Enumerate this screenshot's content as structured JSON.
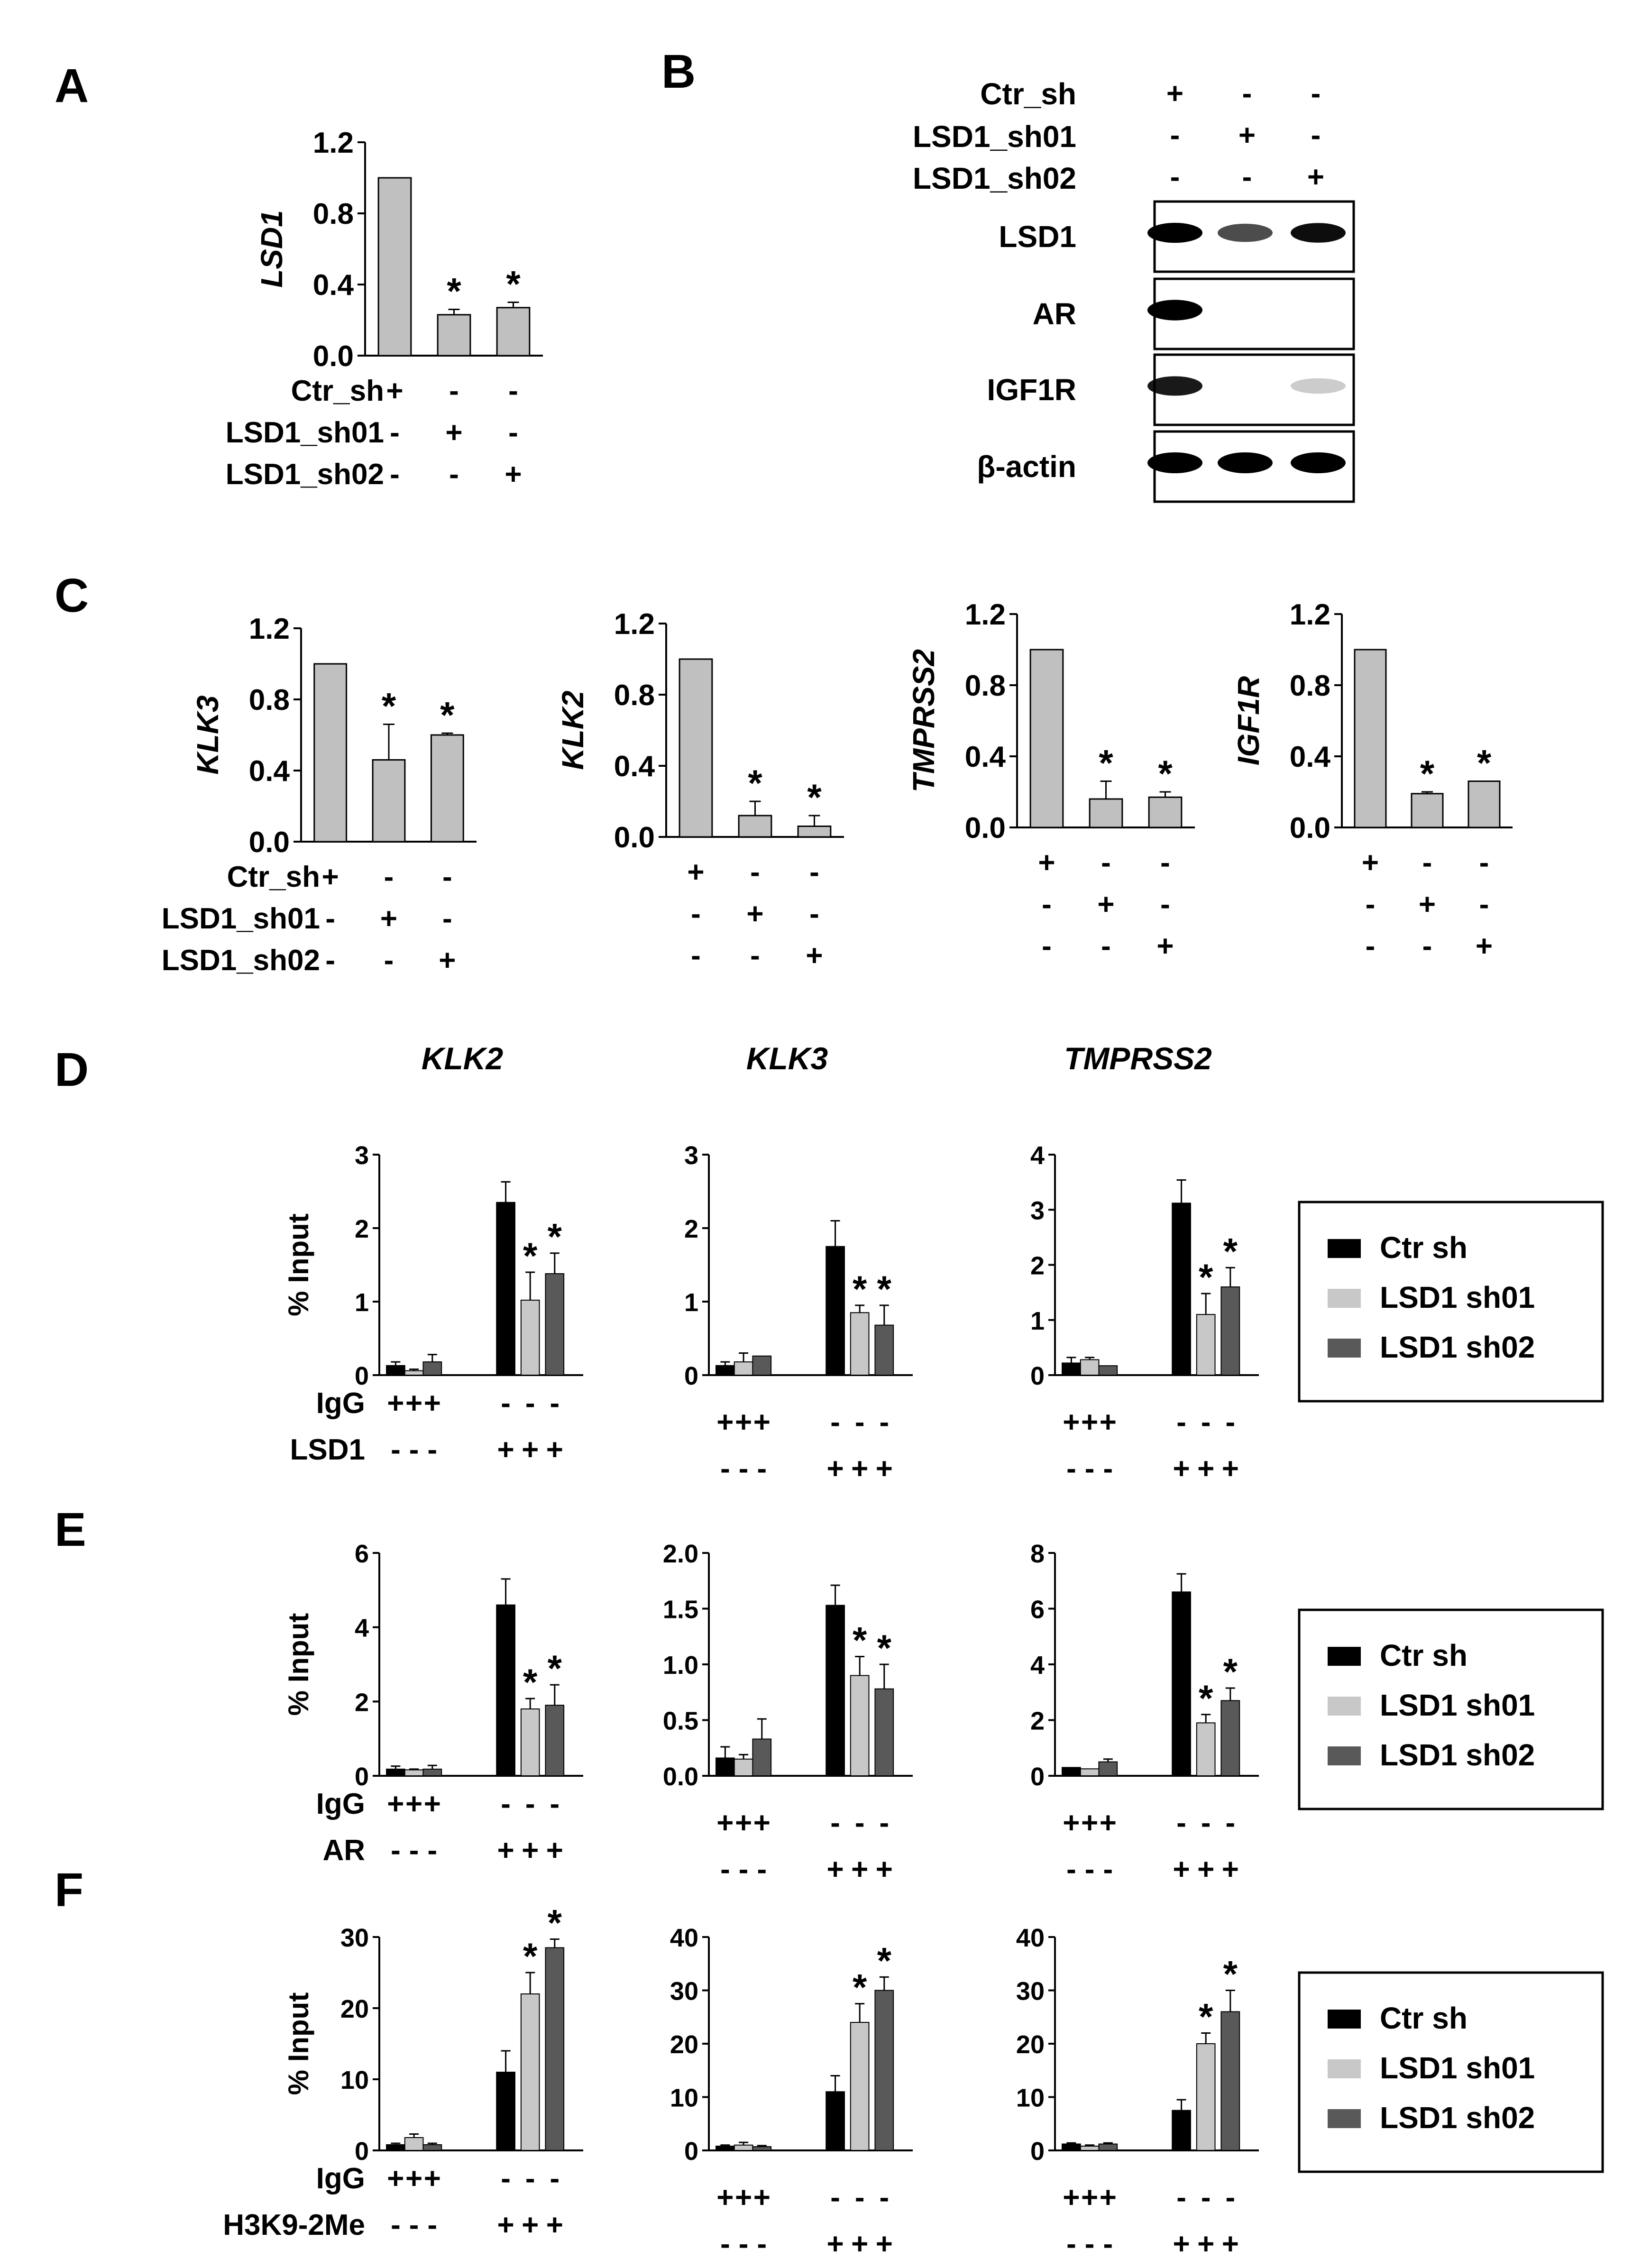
{
  "panels": {
    "A": "A",
    "B": "B",
    "C": "C",
    "D": "D",
    "E": "E",
    "F": "F"
  },
  "colors": {
    "grey_bar": "#c0c0c0",
    "ctr": "#000000",
    "sh01": "#c8c8c8",
    "sh02": "#595959"
  },
  "conditions3": [
    "Ctr_sh",
    "LSD1_sh01",
    "LSD1_sh02"
  ],
  "signs3": [
    [
      "+",
      "-",
      "-"
    ],
    [
      "-",
      "+",
      "-"
    ],
    [
      "-",
      "-",
      "+"
    ]
  ],
  "chip_signs": {
    "row1": [
      "+",
      "+",
      "+",
      "-",
      "-",
      "-"
    ],
    "row2": [
      "-",
      "-",
      "-",
      "+",
      "+",
      "+"
    ]
  },
  "blot": {
    "conditions": [
      "Ctr_sh",
      "LSD1_sh01",
      "LSD1_sh02"
    ],
    "signs": [
      [
        "+",
        "-",
        "-"
      ],
      [
        "-",
        "+",
        "-"
      ],
      [
        "-",
        "-",
        "+"
      ]
    ],
    "rows": [
      {
        "label": "LSD1",
        "bands": [
          0.85,
          0.55,
          0.8
        ]
      },
      {
        "label": "AR",
        "bands": [
          0.95,
          0,
          0
        ]
      },
      {
        "label": "IGF1R",
        "bands": [
          0.75,
          0,
          0.05
        ]
      },
      {
        "label": "β-actin",
        "bands": [
          1,
          1,
          1
        ]
      }
    ]
  },
  "legend": {
    "items": [
      "Ctr sh",
      "LSD1 sh01",
      "LSD1 sh02"
    ]
  },
  "gene_titles": [
    "KLK2",
    "KLK3",
    "TMPRSS2"
  ],
  "chip_ylabel": "% Input",
  "chip_row_labels": {
    "D": "LSD1",
    "E": "AR",
    "F": "H3K9-2Me",
    "igg": "IgG"
  },
  "chart_data": [
    {
      "panel": "A",
      "type": "bar",
      "ylabel": "LSD1",
      "ylim": [
        0,
        1.2
      ],
      "yticks": [
        "0.0",
        "0.4",
        "0.8",
        "1.2"
      ],
      "categories": [
        "Ctr_sh",
        "LSD1_sh01",
        "LSD1_sh02"
      ],
      "values": [
        1.0,
        0.23,
        0.27
      ],
      "errors": [
        0,
        0.03,
        0.03
      ],
      "significant": [
        false,
        true,
        true
      ]
    },
    {
      "panel": "C",
      "type": "bar",
      "ylabel": "KLK3",
      "ylim": [
        0,
        1.2
      ],
      "yticks": [
        "0.0",
        "0.4",
        "0.8",
        "1.2"
      ],
      "categories": [
        "Ctr_sh",
        "LSD1_sh01",
        "LSD1_sh02"
      ],
      "values": [
        1.0,
        0.46,
        0.6
      ],
      "errors": [
        0,
        0.2,
        0.01
      ],
      "significant": [
        false,
        true,
        true
      ]
    },
    {
      "panel": "C",
      "type": "bar",
      "ylabel": "KLK2",
      "ylim": [
        0,
        1.2
      ],
      "yticks": [
        "0.0",
        "0.4",
        "0.8",
        "1.2"
      ],
      "categories": [
        "Ctr_sh",
        "LSD1_sh01",
        "LSD1_sh02"
      ],
      "values": [
        1.0,
        0.12,
        0.06
      ],
      "errors": [
        0,
        0.08,
        0.06
      ],
      "significant": [
        false,
        true,
        true
      ]
    },
    {
      "panel": "C",
      "type": "bar",
      "ylabel": "TMPRSS2",
      "ylim": [
        0,
        1.2
      ],
      "yticks": [
        "0.0",
        "0.4",
        "0.8",
        "1.2"
      ],
      "categories": [
        "Ctr_sh",
        "LSD1_sh01",
        "LSD1_sh02"
      ],
      "values": [
        1.0,
        0.16,
        0.17
      ],
      "errors": [
        0,
        0.1,
        0.03
      ],
      "significant": [
        false,
        true,
        true
      ]
    },
    {
      "panel": "C",
      "type": "bar",
      "ylabel": "IGF1R",
      "ylim": [
        0,
        1.2
      ],
      "yticks": [
        "0.0",
        "0.4",
        "0.8",
        "1.2"
      ],
      "categories": [
        "Ctr_sh",
        "LSD1_sh01",
        "LSD1_sh02"
      ],
      "values": [
        1.0,
        0.19,
        0.26
      ],
      "errors": [
        0,
        0.01,
        0
      ],
      "significant": [
        false,
        true,
        true
      ]
    },
    {
      "panel": "D",
      "gene": "KLK2",
      "type": "bar",
      "ylim": [
        0,
        3
      ],
      "yticks": [
        "0",
        "1",
        "2",
        "3"
      ],
      "series": [
        {
          "name": "Ctr sh",
          "values": [
            0.13,
            2.35
          ],
          "errors": [
            0.05,
            0.28
          ],
          "significant": [
            false,
            false
          ]
        },
        {
          "name": "LSD1 sh01",
          "values": [
            0.06,
            1.02
          ],
          "errors": [
            0.02,
            0.38
          ],
          "significant": [
            false,
            true
          ]
        },
        {
          "name": "LSD1 sh02",
          "values": [
            0.18,
            1.38
          ],
          "errors": [
            0.1,
            0.28
          ],
          "significant": [
            false,
            true
          ]
        }
      ]
    },
    {
      "panel": "D",
      "gene": "KLK3",
      "type": "bar",
      "ylim": [
        0,
        3
      ],
      "yticks": [
        "0",
        "1",
        "2",
        "3"
      ],
      "series": [
        {
          "name": "Ctr sh",
          "values": [
            0.13,
            1.75
          ],
          "errors": [
            0.05,
            0.35
          ],
          "significant": [
            false,
            false
          ]
        },
        {
          "name": "LSD1 sh01",
          "values": [
            0.18,
            0.85
          ],
          "errors": [
            0.12,
            0.1
          ],
          "significant": [
            false,
            true
          ]
        },
        {
          "name": "LSD1 sh02",
          "values": [
            0.26,
            0.68
          ],
          "errors": [
            0,
            0.27
          ],
          "significant": [
            false,
            true
          ]
        }
      ]
    },
    {
      "panel": "D",
      "gene": "TMPRSS2",
      "type": "bar",
      "ylim": [
        0,
        4
      ],
      "yticks": [
        "0",
        "1",
        "2",
        "3",
        "4"
      ],
      "series": [
        {
          "name": "Ctr sh",
          "values": [
            0.22,
            3.12
          ],
          "errors": [
            0.1,
            0.42
          ],
          "significant": [
            false,
            false
          ]
        },
        {
          "name": "LSD1 sh01",
          "values": [
            0.28,
            1.1
          ],
          "errors": [
            0.04,
            0.38
          ],
          "significant": [
            false,
            true
          ]
        },
        {
          "name": "LSD1 sh02",
          "values": [
            0.17,
            1.6
          ],
          "errors": [
            0,
            0.35
          ],
          "significant": [
            false,
            true
          ]
        }
      ]
    },
    {
      "panel": "E",
      "gene": "KLK2",
      "type": "bar",
      "ylim": [
        0,
        6
      ],
      "yticks": [
        "0",
        "2",
        "4",
        "6"
      ],
      "series": [
        {
          "name": "Ctr sh",
          "values": [
            0.18,
            4.6
          ],
          "errors": [
            0.08,
            0.7
          ],
          "significant": [
            false,
            false
          ]
        },
        {
          "name": "LSD1 sh01",
          "values": [
            0.16,
            1.8
          ],
          "errors": [
            0.02,
            0.28
          ],
          "significant": [
            false,
            true
          ]
        },
        {
          "name": "LSD1 sh02",
          "values": [
            0.18,
            1.9
          ],
          "errors": [
            0.1,
            0.55
          ],
          "significant": [
            false,
            true
          ]
        }
      ]
    },
    {
      "panel": "E",
      "gene": "KLK3",
      "type": "bar",
      "ylim": [
        0,
        2.0
      ],
      "yticks": [
        "0.0",
        "0.5",
        "1.0",
        "1.5",
        "2.0"
      ],
      "series": [
        {
          "name": "Ctr sh",
          "values": [
            0.16,
            1.53
          ],
          "errors": [
            0.1,
            0.18
          ],
          "significant": [
            false,
            false
          ]
        },
        {
          "name": "LSD1 sh01",
          "values": [
            0.15,
            0.9
          ],
          "errors": [
            0.04,
            0.17
          ],
          "significant": [
            false,
            true
          ]
        },
        {
          "name": "LSD1 sh02",
          "values": [
            0.33,
            0.78
          ],
          "errors": [
            0.18,
            0.22
          ],
          "significant": [
            false,
            true
          ]
        }
      ]
    },
    {
      "panel": "E",
      "gene": "TMPRSS2",
      "type": "bar",
      "ylim": [
        0,
        8
      ],
      "yticks": [
        "0",
        "2",
        "4",
        "6",
        "8"
      ],
      "series": [
        {
          "name": "Ctr sh",
          "values": [
            0.3,
            6.6
          ],
          "errors": [
            0,
            0.65
          ],
          "significant": [
            false,
            false
          ]
        },
        {
          "name": "LSD1 sh01",
          "values": [
            0.25,
            1.9
          ],
          "errors": [
            0,
            0.3
          ],
          "significant": [
            false,
            true
          ]
        },
        {
          "name": "LSD1 sh02",
          "values": [
            0.5,
            2.7
          ],
          "errors": [
            0.1,
            0.45
          ],
          "significant": [
            false,
            true
          ]
        }
      ]
    },
    {
      "panel": "F",
      "gene": "KLK2",
      "type": "bar",
      "ylim": [
        0,
        30
      ],
      "yticks": [
        "0",
        "10",
        "20",
        "30"
      ],
      "series": [
        {
          "name": "Ctr sh",
          "values": [
            0.8,
            11.0
          ],
          "errors": [
            0.2,
            3.0
          ],
          "significant": [
            false,
            false
          ]
        },
        {
          "name": "LSD1 sh01",
          "values": [
            1.8,
            22.0
          ],
          "errors": [
            0.5,
            3.0
          ],
          "significant": [
            false,
            true
          ]
        },
        {
          "name": "LSD1 sh02",
          "values": [
            0.8,
            28.5
          ],
          "errors": [
            0.2,
            1.2
          ],
          "significant": [
            false,
            true
          ]
        }
      ]
    },
    {
      "panel": "F",
      "gene": "KLK3",
      "type": "bar",
      "ylim": [
        0,
        40
      ],
      "yticks": [
        "0",
        "10",
        "20",
        "30",
        "40"
      ],
      "series": [
        {
          "name": "Ctr sh",
          "values": [
            0.8,
            11.0
          ],
          "errors": [
            0.2,
            3.0
          ],
          "significant": [
            false,
            false
          ]
        },
        {
          "name": "LSD1 sh01",
          "values": [
            1.0,
            24.0
          ],
          "errors": [
            0.5,
            3.5
          ],
          "significant": [
            false,
            true
          ]
        },
        {
          "name": "LSD1 sh02",
          "values": [
            0.7,
            30.0
          ],
          "errors": [
            0.2,
            2.5
          ],
          "significant": [
            false,
            true
          ]
        }
      ]
    },
    {
      "panel": "F",
      "gene": "TMPRSS2",
      "type": "bar",
      "ylim": [
        0,
        40
      ],
      "yticks": [
        "0",
        "10",
        "20",
        "30",
        "40"
      ],
      "series": [
        {
          "name": "Ctr sh",
          "values": [
            1.2,
            7.5
          ],
          "errors": [
            0.2,
            2.0
          ],
          "significant": [
            false,
            false
          ]
        },
        {
          "name": "LSD1 sh01",
          "values": [
            0.8,
            20.0
          ],
          "errors": [
            0.2,
            2.0
          ],
          "significant": [
            false,
            true
          ]
        },
        {
          "name": "LSD1 sh02",
          "values": [
            1.2,
            26.0
          ],
          "errors": [
            0.2,
            4.0
          ],
          "significant": [
            false,
            true
          ]
        }
      ]
    }
  ]
}
